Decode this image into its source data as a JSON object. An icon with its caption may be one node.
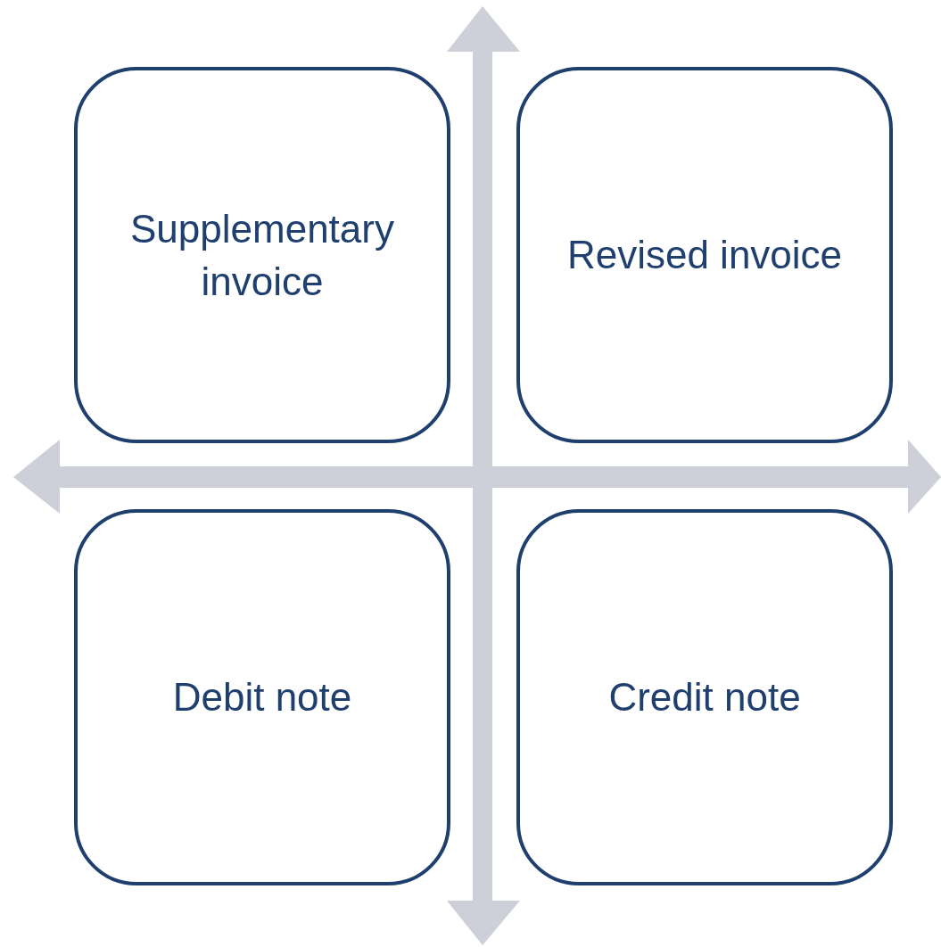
{
  "diagram": {
    "nodes": [
      {
        "text": [
          "Supplementary invoice"
        ]
      },
      {
        "text": [
          "Revised invoice"
        ]
      },
      {
        "text": [
          "Debit note"
        ]
      },
      {
        "text": [
          "Credit note"
        ]
      }
    ]
  }
}
